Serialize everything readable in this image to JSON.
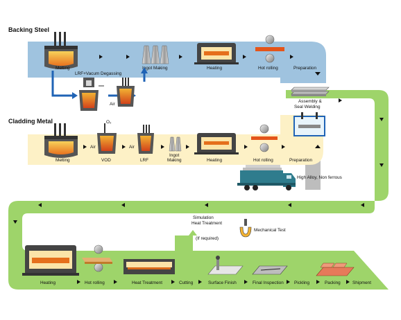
{
  "sections": {
    "backing": "Backing Steel",
    "cladding": "Cladding Metal"
  },
  "backing_steps": {
    "melting": "Melting",
    "lrf_vac": "LRF+Vacum Degassing",
    "ingot": "Ingot Making",
    "heating": "Heating",
    "hot_rolling": "Hot rolling",
    "preparation": "Preparation",
    "air": "Air"
  },
  "assembly": {
    "line1": "Assembly &",
    "line2": "Seal Welding"
  },
  "cladding_steps": {
    "melting": "Melting",
    "vod": "VOD",
    "lrf": "LRF",
    "ingot1": "Ingot",
    "ingot2": "Making",
    "heating": "Heating",
    "hot_rolling": "Hot rolling",
    "preparation": "Preparation",
    "air": "Air",
    "o2": "O₂"
  },
  "truck_label": "High Alloy, Non ferrous",
  "simulation": {
    "line1": "Simulation",
    "line2": "Heat Treatment",
    "line3": "(If required)"
  },
  "mechanical_test": "Mechanical Test",
  "final_steps": {
    "heating": "Heating",
    "hot_rolling": "Hot rolling",
    "heat_treatment": "Heat Treatment",
    "cutting": "Cutting",
    "surface_finish": "Surface Finish",
    "final_inspection": "Final Inspection",
    "pickling": "Pickling",
    "packing": "Packing",
    "shipment": "Shipment"
  },
  "colors": {
    "backing_band": "#9fc3df",
    "cladding_band": "#fdf1c6",
    "green_band": "#9ed46a",
    "grey_band": "#bdbdbd",
    "arrow_blue": "#1f63b5"
  }
}
